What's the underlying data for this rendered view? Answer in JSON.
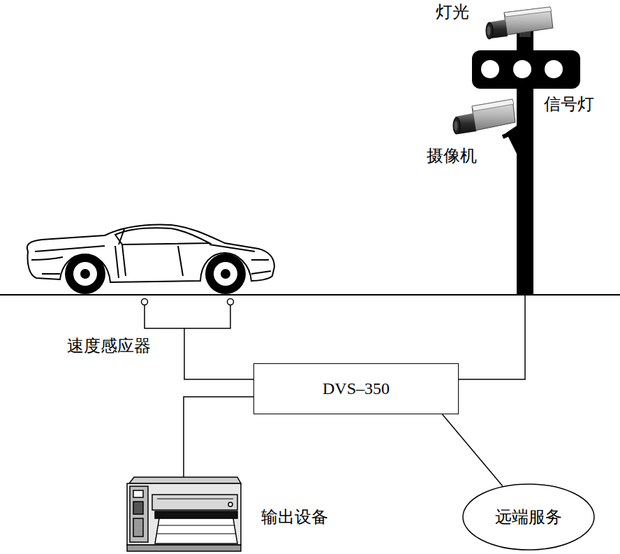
{
  "diagram": {
    "nodes": [
      {
        "text": [
          "DVS–350"
        ]
      },
      {
        "text": [
          "远端服务"
        ]
      }
    ],
    "edges": [
      {
        "from": 0,
        "to": 1,
        "arrow": "none"
      }
    ],
    "labels": [
      "灯光",
      "信号灯",
      "摄像机",
      "速度感应器",
      "输出设备"
    ]
  }
}
